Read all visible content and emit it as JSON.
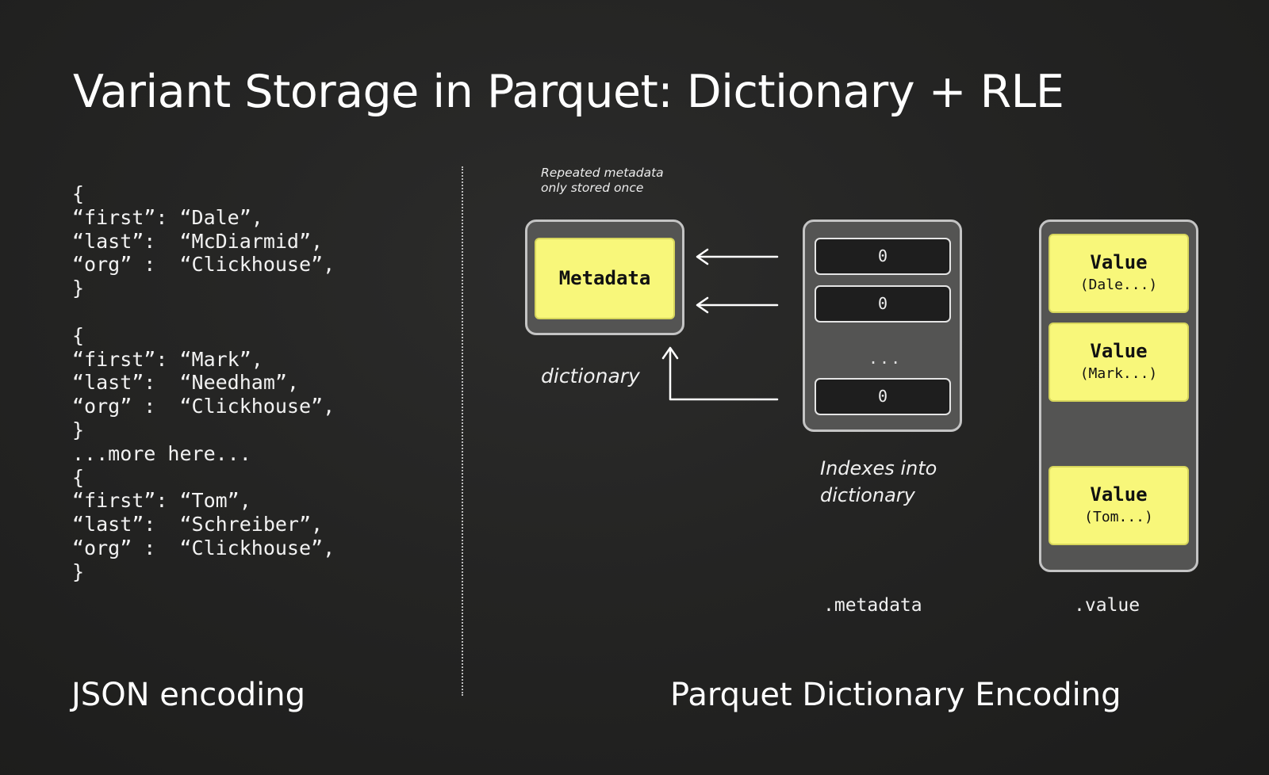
{
  "title": "Variant Storage in Parquet: Dictionary + RLE",
  "json_records": [
    "{",
    "“first”: “Dale”,",
    "“last”:  “McDiarmid”,",
    "“org” :  “Clickhouse”,",
    "}",
    "",
    "{",
    "“first”: “Mark”,",
    "“last”:  “Needham”,",
    "“org” :  “Clickhouse”,",
    "}",
    "...more here...",
    "{",
    "“first”: “Tom”,",
    "“last”:  “Schreiber”,",
    "“org” :  “Clickhouse”,",
    "}"
  ],
  "captions": {
    "json": "JSON encoding",
    "parquet": "Parquet Dictionary Encoding"
  },
  "dictionary": {
    "note_line1": "Repeated metadata",
    "note_line2": "only stored once",
    "cell_label": "Metadata",
    "label": "dictionary"
  },
  "indexes": {
    "cells": [
      "0",
      "0",
      "0"
    ],
    "ellipsis": "...",
    "label_line1": "Indexes into",
    "label_line2": "dictionary",
    "column_label": ".metadata"
  },
  "values": {
    "cells": [
      {
        "title": "Value",
        "sub": "(Dale...)"
      },
      {
        "title": "Value",
        "sub": "(Mark...)"
      },
      {
        "title": "Value",
        "sub": "(Tom...)"
      }
    ],
    "column_label": ".value"
  },
  "colors": {
    "background": "#232322",
    "highlight": "#f8f77a",
    "container": "#545453",
    "index_cell": "#1e1e1e"
  }
}
